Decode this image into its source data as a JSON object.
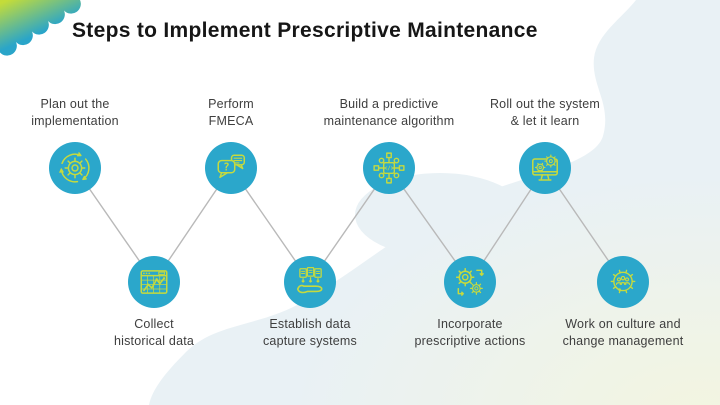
{
  "title": "Steps to Implement Prescriptive Maintenance",
  "steps": [
    {
      "label": "Plan out the\nimplementation",
      "icon": "gear-cycle-icon",
      "row": "top"
    },
    {
      "label": "Collect\nhistorical data",
      "icon": "chart-window-icon",
      "row": "bottom"
    },
    {
      "label": "Perform\nFMECA",
      "icon": "chat-question-icon",
      "row": "top"
    },
    {
      "label": "Establish data\ncapture systems",
      "icon": "hand-documents-icon",
      "row": "bottom"
    },
    {
      "label": "Build a predictive\nmaintenance algorithm",
      "icon": "algorithm-network-icon",
      "row": "top"
    },
    {
      "label": "Incorporate\nprescriptive actions",
      "icon": "gears-arrows-icon",
      "row": "bottom"
    },
    {
      "label": "Roll out the system\n& let it learn",
      "icon": "monitor-gears-icon",
      "row": "top"
    },
    {
      "label": "Work on culture and\nchange management",
      "icon": "gear-people-icon",
      "row": "bottom"
    }
  ],
  "colors": {
    "circle": "#2BA7CB",
    "icon": "#c6da3e",
    "line": "#b9b9b9",
    "title_text": "#161616",
    "label_text": "#3e3e3e",
    "corner_green": "#c4dc39",
    "corner_teal": "#2aa5c9",
    "blob_blue": "#e9f1f5",
    "blob_green": "#f3f5e0"
  }
}
